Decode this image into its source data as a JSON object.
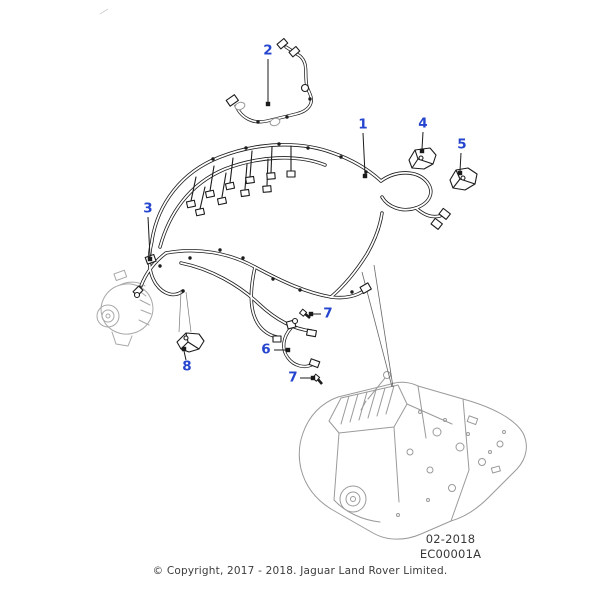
{
  "diagram": {
    "figure_code_date": "02-2018",
    "figure_code_id": "EC00001A",
    "copyright": "© Copyright, 2017 - 2018. Jaguar Land Rover Limited.",
    "colors": {
      "callout": "#2545cf",
      "harness_line": "#1c1c1c",
      "engine_line": "#9a9a9a",
      "text": "#3c3c3c"
    },
    "callouts": [
      {
        "label": "1"
      },
      {
        "label": "2"
      },
      {
        "label": "3"
      },
      {
        "label": "4"
      },
      {
        "label": "5"
      },
      {
        "label": "6"
      },
      {
        "label": "7"
      },
      {
        "label": "7"
      },
      {
        "label": "8"
      }
    ]
  }
}
